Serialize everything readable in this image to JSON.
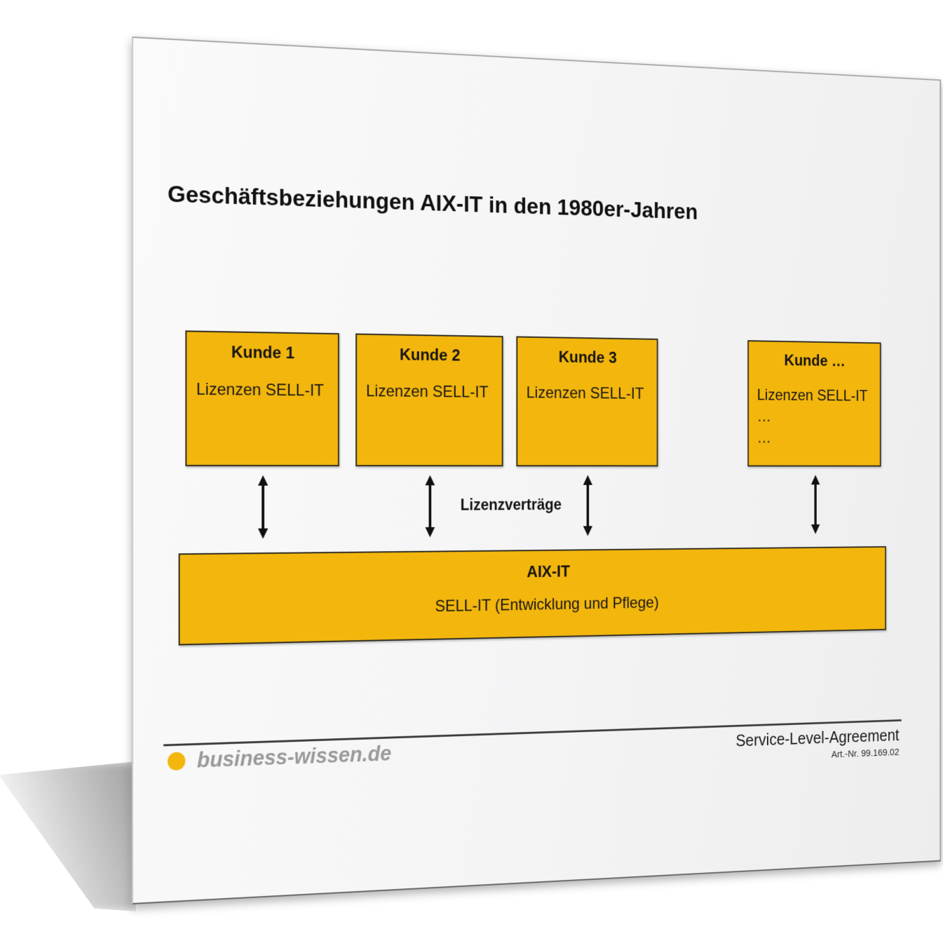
{
  "header": {
    "title": "Geschäftsbeziehungen AIX-IT in den 1980er-Jahren"
  },
  "customers": [
    {
      "title": "Kunde 1",
      "line1": "Lizenzen SELL-IT"
    },
    {
      "title": "Kunde 2",
      "line1": "Lizenzen SELL-IT"
    },
    {
      "title": "Kunde 3",
      "line1": "Lizenzen SELL-IT"
    },
    {
      "title": "Kunde …",
      "line1": "Lizenzen SELL-IT",
      "line2": "…",
      "line3": "…"
    }
  ],
  "relationship_label": "Lizenzverträge",
  "provider": {
    "name": "AIX-IT",
    "description": "SELL-IT (Entwicklung und Pflege)"
  },
  "footer": {
    "brand": "business-wissen.de",
    "document_type": "Service-Level-Agreement",
    "article_number": "Art.-Nr. 99.169.02"
  },
  "colors": {
    "accent": "#F2B60D",
    "box-border": "#2E2B20",
    "brand-gray": "#9A9A9A",
    "ink": "#161616"
  }
}
